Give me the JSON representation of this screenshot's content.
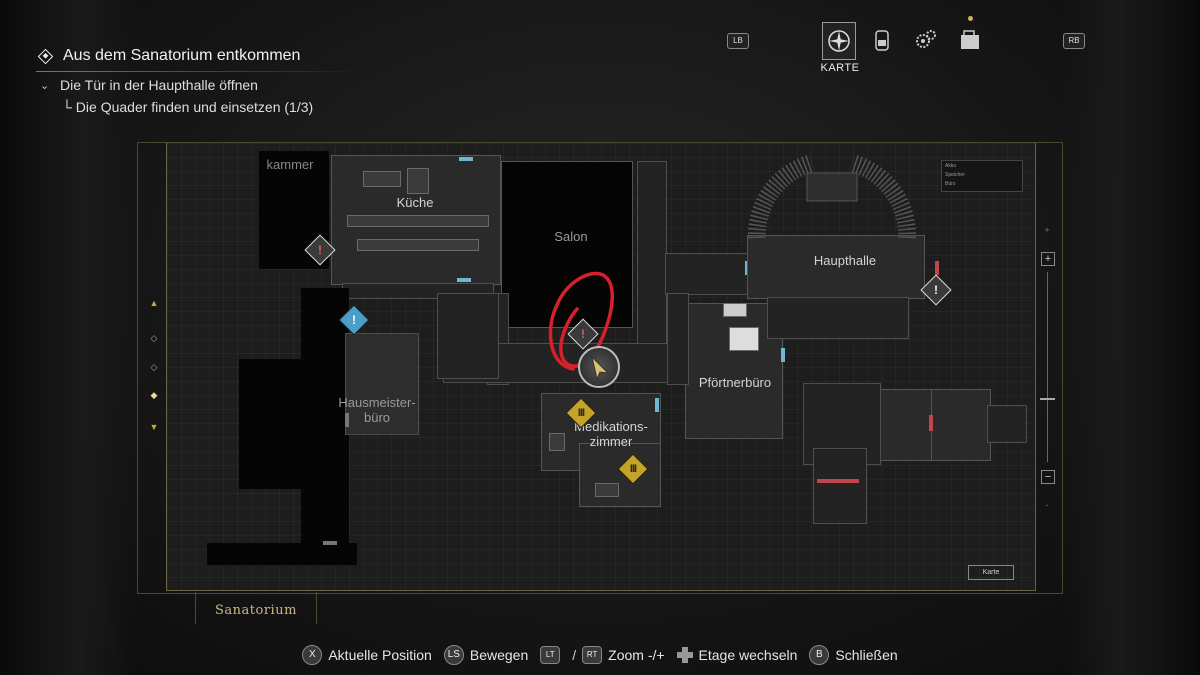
{
  "objectives": {
    "main": "Aus dem Sanatorium entkommen",
    "sub": "Die Tür in der Haupthalle öffnen",
    "sub2": "└ Die Quader finden und einsetzen (1/3)"
  },
  "tabs": {
    "lb": "LB",
    "rb": "RB",
    "active_label": "KARTE",
    "items": [
      {
        "name": "map-tab",
        "icon": "compass-icon",
        "active": true
      },
      {
        "name": "inventory-tab",
        "icon": "backpack-icon",
        "active": false
      },
      {
        "name": "crafting-tab",
        "icon": "gears-icon",
        "active": false
      },
      {
        "name": "files-tab",
        "icon": "folder-icon",
        "active": false,
        "notification": true
      }
    ]
  },
  "map": {
    "area_name": "Sanatorium",
    "rooms": {
      "kammer": "kammer",
      "kueche": "Küche",
      "salon": "Salon",
      "haupthalle": "Haupthalle",
      "hausmeister_1": "Hausmeister-",
      "hausmeister_2": "büro",
      "pfoertner": "Pförtnerbüro",
      "medikation_1": "Medikations-",
      "medikation_2": "zimmer"
    },
    "legend": [
      "Akku",
      "Speicher",
      "Büro"
    ],
    "karte_button": "Karte",
    "colors": {
      "frame": "#6a6240",
      "door_blue": "#6fb6d2",
      "door_red": "#c0454d",
      "item_marker": "#c4a329",
      "info_marker": "#4a9ec7",
      "annotation": "#d8202a"
    },
    "floor_selector": {
      "up": "▲",
      "down": "▼"
    }
  },
  "hints": [
    {
      "button": "X",
      "label": "Aktuelle Position"
    },
    {
      "button": "LS",
      "label": "Bewegen"
    },
    {
      "button": "LT",
      "label": ""
    },
    {
      "button": "RT",
      "label": "Zoom -/+"
    },
    {
      "button": "D-Pad",
      "label": "Etage wechseln"
    },
    {
      "button": "B",
      "label": "Schließen"
    }
  ]
}
